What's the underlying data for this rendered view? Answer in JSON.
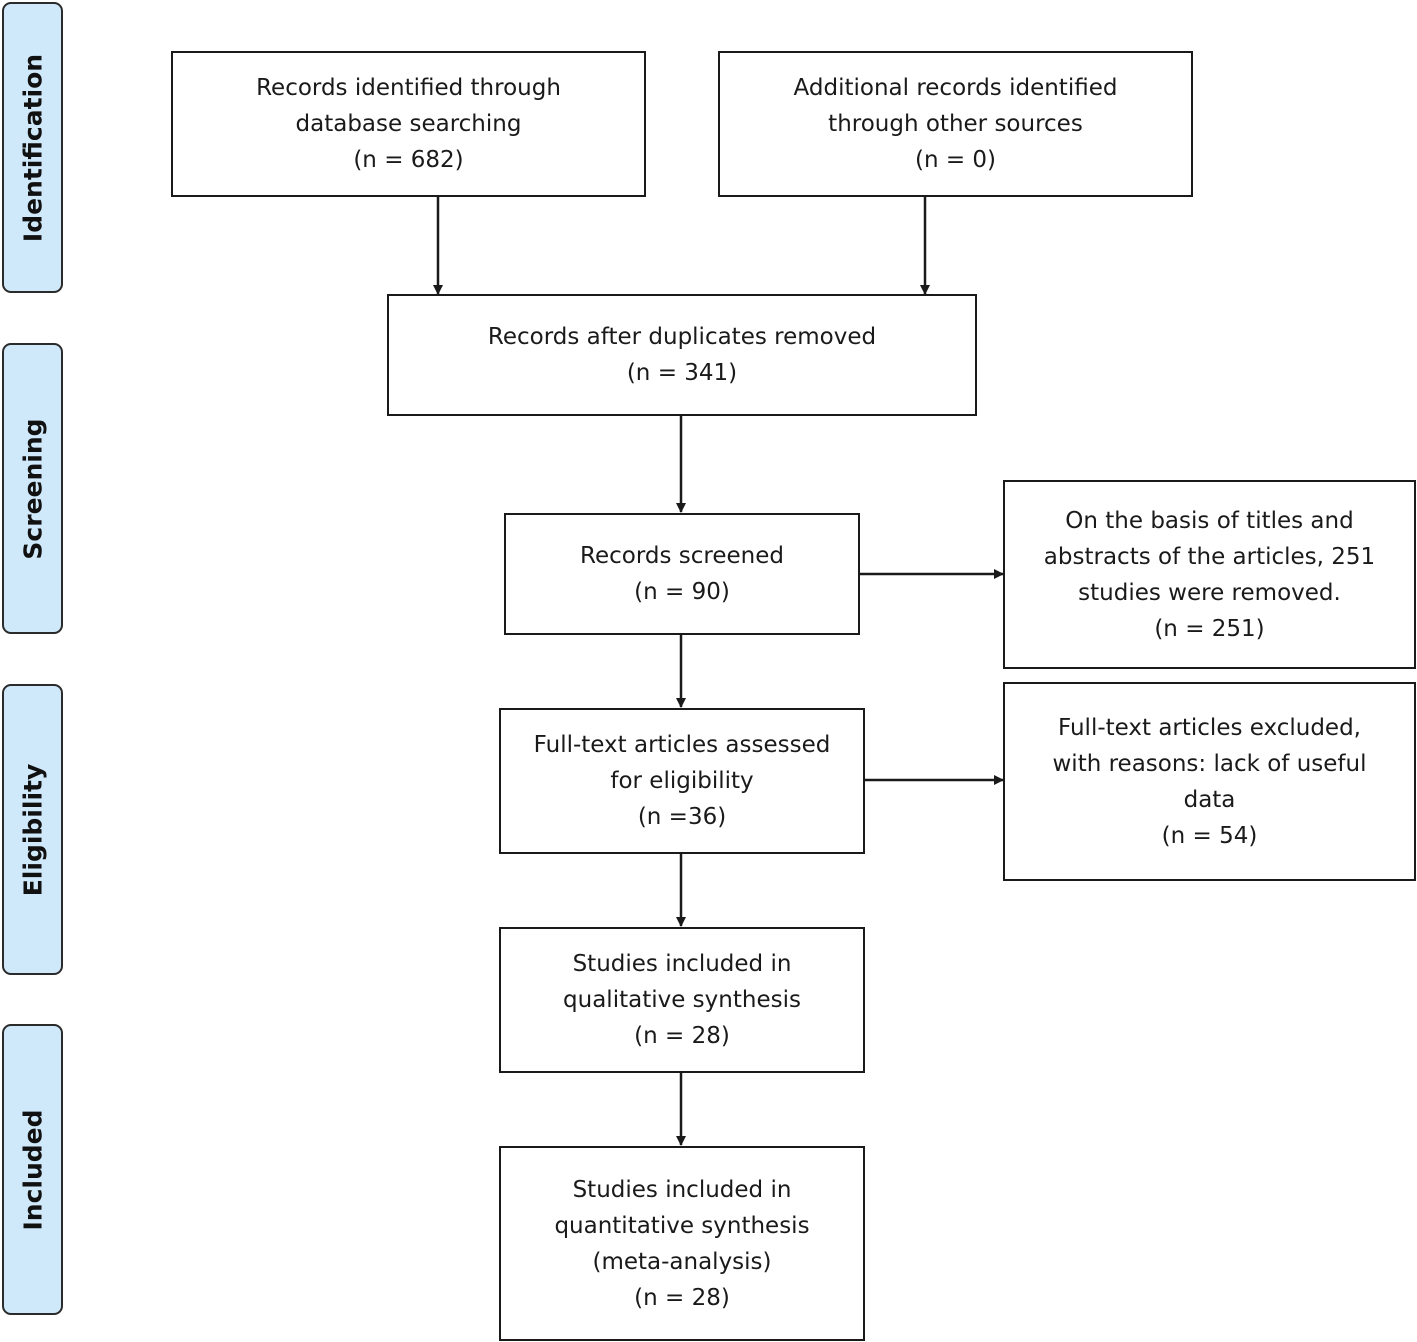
{
  "phases": {
    "identification": "Identification",
    "screening": "Screening",
    "eligibility": "Eligibility",
    "included": "Included"
  },
  "boxes": {
    "database_search": {
      "line1": "Records identified through",
      "line2": "database searching",
      "count": "(n = 682)"
    },
    "other_sources": {
      "line1": "Additional records identified",
      "line2": "through other sources",
      "count": "(n = 0)"
    },
    "duplicates_removed": {
      "line1": "Records after duplicates removed",
      "count": "(n = 341)"
    },
    "screened": {
      "line1": "Records screened",
      "count": "(n = 90)"
    },
    "screen_excluded": {
      "line1": "On the basis of titles and",
      "line2": "abstracts of the articles, 251",
      "line3": "studies were removed.",
      "count": "(n = 251)"
    },
    "fulltext_assessed": {
      "line1": "Full-text articles assessed",
      "line2": "for eligibility",
      "count": "(n =36)"
    },
    "fulltext_excluded": {
      "line1": "Full-text articles excluded,",
      "line2": "with reasons: lack of useful",
      "line3": "data",
      "count": "(n = 54)"
    },
    "qualitative": {
      "line1": "Studies included in",
      "line2": "qualitative synthesis",
      "count": "(n = 28)"
    },
    "quantitative": {
      "line1": "Studies included in",
      "line2": "quantitative synthesis",
      "line3": "(meta-analysis)",
      "count": "(n = 28)"
    }
  },
  "colors": {
    "phase_fill": "#cfe9fb",
    "border": "#1a1a1a",
    "text": "#1a1a1a"
  }
}
